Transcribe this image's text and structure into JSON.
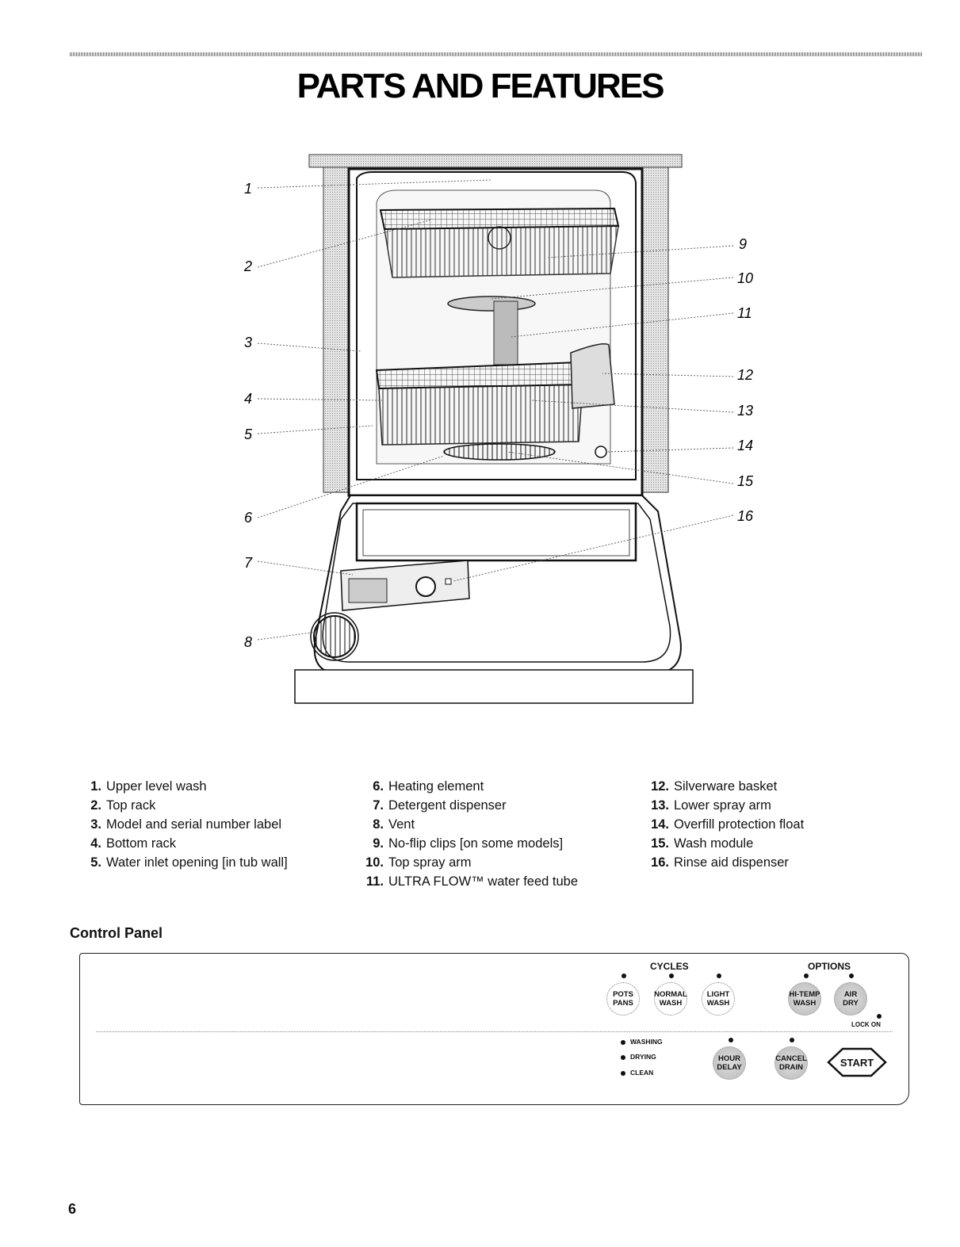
{
  "page": {
    "title": "PARTS AND FEATURES",
    "page_number": "6"
  },
  "callouts": [
    "1",
    "2",
    "3",
    "4",
    "5",
    "6",
    "7",
    "8",
    "9",
    "10",
    "11",
    "12",
    "13",
    "14",
    "15",
    "16"
  ],
  "parts": [
    {
      "num": "1.",
      "label": "Upper level wash"
    },
    {
      "num": "2.",
      "label": "Top rack"
    },
    {
      "num": "3.",
      "label": "Model and serial number label"
    },
    {
      "num": "4.",
      "label": "Bottom rack"
    },
    {
      "num": "5.",
      "label": "Water inlet opening [in tub wall]"
    },
    {
      "num": "6.",
      "label": "Heating element"
    },
    {
      "num": "7.",
      "label": "Detergent dispenser"
    },
    {
      "num": "8.",
      "label": "Vent"
    },
    {
      "num": "9.",
      "label": "No-flip clips [on some models]"
    },
    {
      "num": "10.",
      "label": "Top spray arm"
    },
    {
      "num": "11.",
      "label": "ULTRA FLOW™ water feed tube"
    },
    {
      "num": "12.",
      "label": "Silverware basket"
    },
    {
      "num": "13.",
      "label": "Lower spray arm"
    },
    {
      "num": "14.",
      "label": "Overfill protection float"
    },
    {
      "num": "15.",
      "label": "Wash module"
    },
    {
      "num": "16.",
      "label": "Rinse aid dispenser"
    }
  ],
  "control_panel": {
    "heading": "Control Panel",
    "cycles_label": "CYCLES",
    "options_label": "OPTIONS",
    "buttons": {
      "pots_pans": [
        "POTS",
        "PANS"
      ],
      "normal_wash": [
        "NORMAL",
        "WASH"
      ],
      "light_wash": [
        "LIGHT",
        "WASH"
      ],
      "hi_temp_wash": [
        "HI-TEMP",
        "WASH"
      ],
      "air_dry": [
        "AIR",
        "DRY"
      ],
      "hour_delay": [
        "HOUR",
        "DELAY"
      ],
      "cancel_drain": [
        "CANCEL",
        "DRAIN"
      ],
      "start": "START"
    },
    "lock_on": "LOCK ON",
    "status": [
      "WASHING",
      "DRYING",
      "CLEAN"
    ]
  }
}
